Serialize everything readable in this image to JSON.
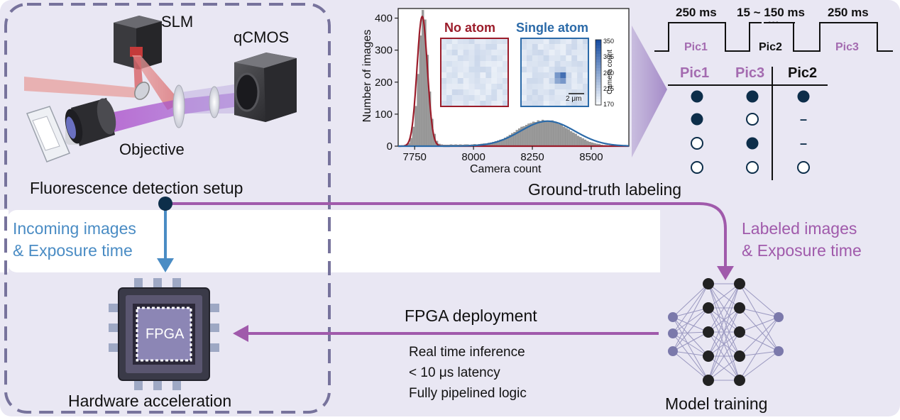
{
  "setup": {
    "slm_label": "SLM",
    "qcmos_label": "qCMOS",
    "objective_label": "Objective",
    "caption": "Fluorescence detection setup"
  },
  "histogram": {
    "no_atom_label": "No atom",
    "single_atom_label": "Single atom",
    "colorbar_label": "Camera count",
    "colorbar_ticks": [
      "350",
      "305",
      "260",
      "215",
      "170"
    ],
    "scalebar_label": "2 μm"
  },
  "chart_data": {
    "type": "bar",
    "title": "",
    "xlabel": "Camera count",
    "ylabel": "Number of images",
    "xlim": [
      7680,
      8660
    ],
    "ylim": [
      0,
      430
    ],
    "xticks": [
      "7750",
      "8000",
      "8250",
      "8500"
    ],
    "yticks": [
      "0",
      "100",
      "200",
      "300",
      "400"
    ],
    "bin_width": 10,
    "bins": [
      [
        7690,
        0
      ],
      [
        7700,
        1
      ],
      [
        7710,
        3
      ],
      [
        7720,
        9
      ],
      [
        7730,
        25
      ],
      [
        7740,
        60
      ],
      [
        7750,
        125
      ],
      [
        7760,
        225
      ],
      [
        7770,
        345
      ],
      [
        7780,
        425
      ],
      [
        7790,
        395
      ],
      [
        7800,
        285
      ],
      [
        7810,
        170
      ],
      [
        7820,
        85
      ],
      [
        7830,
        38
      ],
      [
        7840,
        16
      ],
      [
        7850,
        7
      ],
      [
        7860,
        5
      ],
      [
        7870,
        4
      ],
      [
        7880,
        4
      ],
      [
        7890,
        4
      ],
      [
        7900,
        5
      ],
      [
        7910,
        4
      ],
      [
        7920,
        5
      ],
      [
        7930,
        4
      ],
      [
        7940,
        5
      ],
      [
        7950,
        4
      ],
      [
        7960,
        5
      ],
      [
        7970,
        5
      ],
      [
        7980,
        4
      ],
      [
        7990,
        5
      ],
      [
        8000,
        6
      ],
      [
        8010,
        5
      ],
      [
        8020,
        6
      ],
      [
        8030,
        7
      ],
      [
        8040,
        8
      ],
      [
        8050,
        8
      ],
      [
        8060,
        10
      ],
      [
        8070,
        11
      ],
      [
        8080,
        13
      ],
      [
        8090,
        15
      ],
      [
        8100,
        17
      ],
      [
        8110,
        20
      ],
      [
        8120,
        22
      ],
      [
        8130,
        26
      ],
      [
        8140,
        30
      ],
      [
        8150,
        35
      ],
      [
        8160,
        40
      ],
      [
        8170,
        44
      ],
      [
        8180,
        50
      ],
      [
        8190,
        55
      ],
      [
        8200,
        60
      ],
      [
        8210,
        62
      ],
      [
        8220,
        66
      ],
      [
        8230,
        70
      ],
      [
        8240,
        72
      ],
      [
        8250,
        76
      ],
      [
        8260,
        75
      ],
      [
        8270,
        80
      ],
      [
        8280,
        78
      ],
      [
        8290,
        82
      ],
      [
        8300,
        78
      ],
      [
        8310,
        80
      ],
      [
        8320,
        76
      ],
      [
        8330,
        80
      ],
      [
        8340,
        74
      ],
      [
        8350,
        72
      ],
      [
        8360,
        68
      ],
      [
        8370,
        66
      ],
      [
        8380,
        60
      ],
      [
        8390,
        56
      ],
      [
        8400,
        52
      ],
      [
        8410,
        46
      ],
      [
        8420,
        42
      ],
      [
        8430,
        38
      ],
      [
        8440,
        32
      ],
      [
        8450,
        28
      ],
      [
        8460,
        24
      ],
      [
        8470,
        20
      ],
      [
        8480,
        16
      ],
      [
        8490,
        13
      ],
      [
        8500,
        11
      ],
      [
        8510,
        9
      ],
      [
        8520,
        7
      ],
      [
        8530,
        6
      ],
      [
        8540,
        4
      ],
      [
        8550,
        3
      ],
      [
        8560,
        3
      ],
      [
        8570,
        2
      ],
      [
        8580,
        1
      ],
      [
        8590,
        1
      ],
      [
        8600,
        1
      ]
    ],
    "series": [
      {
        "color": "#9b1c2a",
        "mean": 7782,
        "sigma": 22,
        "amplitude": 405
      },
      {
        "color": "#2b6aa8",
        "mean": 8315,
        "sigma": 115,
        "amplitude": 78
      }
    ]
  },
  "timing": {
    "durations": [
      "250 ms",
      "15 ~ 150 ms",
      "250 ms"
    ],
    "ellipsis": "···",
    "pulses": [
      "Pic1",
      "Pic2",
      "Pic3"
    ]
  },
  "labeling_table": {
    "headers": [
      "Pic1",
      "Pic3",
      "Pic2"
    ],
    "rows": [
      [
        "filled",
        "filled",
        "filled"
      ],
      [
        "filled",
        "empty",
        "dash"
      ],
      [
        "empty",
        "filled",
        "dash"
      ],
      [
        "empty",
        "empty",
        "empty"
      ]
    ],
    "dash_symbol": "–",
    "caption": "Ground-truth labeling"
  },
  "flow": {
    "incoming": [
      "Incoming images",
      "& Exposure time"
    ],
    "labeled": [
      "Labeled images",
      "& Exposure time"
    ],
    "deployment": "FPGA deployment",
    "specs": [
      "Real time inference",
      "< 10 μs latency",
      "Fully pipelined logic"
    ]
  },
  "hardware": {
    "chip_label": "FPGA",
    "caption": "Hardware acceleration"
  },
  "model": {
    "caption": "Model training"
  },
  "colors": {
    "panel_bg": "#e9e7f3",
    "dashed_border": "#77739c",
    "purple": "#a05aab",
    "blue": "#4a8cc4",
    "navy": "#0d2e4a",
    "pic_purple": "#a46bb0",
    "hist_red": "#9b1c2a",
    "hist_blue": "#2b6aa8"
  }
}
